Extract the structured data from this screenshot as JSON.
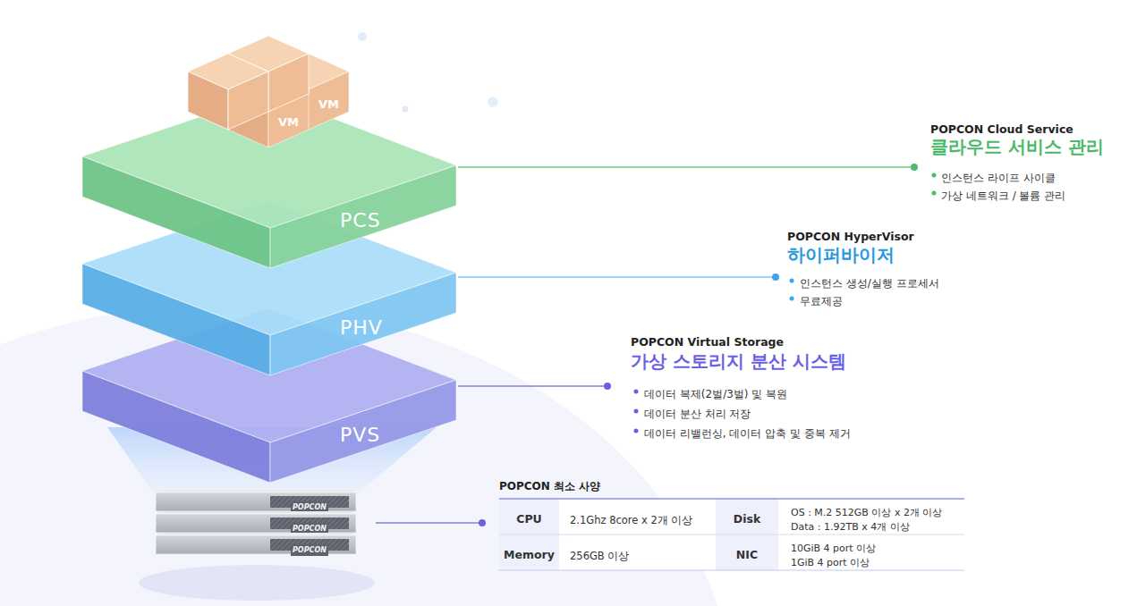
{
  "diagram": {
    "nodes": [
      {
        "text": [
          "VM"
        ]
      },
      {
        "text": [
          "VM"
        ]
      },
      {
        "text": [
          "PCS"
        ]
      },
      {
        "text": [
          "PHV"
        ]
      },
      {
        "text": [
          "PVS"
        ]
      },
      {
        "text": [
          "POPCON"
        ]
      },
      {
        "text": [
          "POPCON"
        ]
      },
      {
        "text": [
          "POPCON"
        ]
      }
    ],
    "labels": [
      "POPCON Cloud Service",
      "클라우드 서비스 관리",
      "인스턴스 라이프 사이클",
      "가상 네트워크 / 볼륨 관리",
      "POPCON HyperVisor",
      "하이퍼바이저",
      "인스턴스 생성/실행 프로세서",
      "무료제공",
      "POPCON Virtual Storage",
      "가상 스토리지 분산 시스템",
      "데이터 복제(2벌/3벌) 및 복원",
      "데이터 분산 처리 저장",
      "데이터 리밸런싱, 데이터 압축 및 중복 제거",
      "POPCON 최소 사양",
      "CPU",
      "2.1Ghz 8core x 2개 이상",
      "Disk",
      "OS : M.2 512GB 이상 x 2개 이상",
      "Data : 1.92TB x 4개 이상",
      "Memory",
      "256GB 이상",
      "NIC",
      "10GiB 4 port 이상",
      "1GiB 4 port 이상"
    ]
  }
}
